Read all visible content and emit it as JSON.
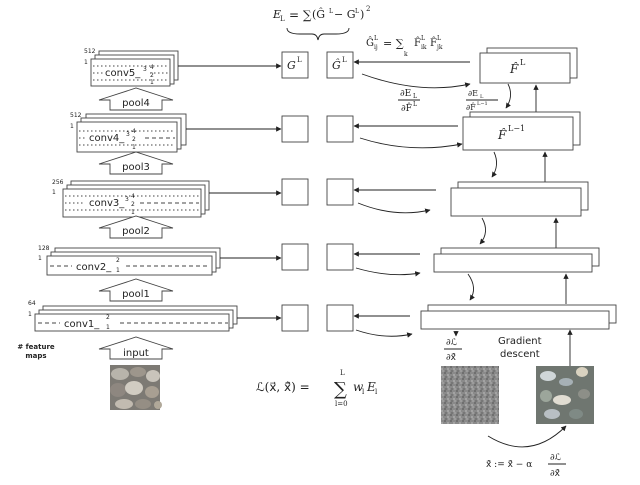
{
  "diagram": {
    "layers": [
      {
        "name": "conv5_",
        "sub": "1",
        "sup": "4",
        "sub2": "3",
        "sup2": "2",
        "maps": "512",
        "label": "conv5_3"
      },
      {
        "name": "conv4_",
        "sub": "1",
        "sup": "4",
        "sub2": "3",
        "sup2": "2",
        "maps": "512",
        "label": "conv4_3"
      },
      {
        "name": "conv3_",
        "sub": "1",
        "sup": "4",
        "sub2": "3",
        "sup2": "2",
        "maps": "256",
        "label": "conv3_3"
      },
      {
        "name": "conv2_",
        "sub": "1",
        "sup": "2",
        "maps": "128",
        "label": "conv2_1"
      },
      {
        "name": "conv1_",
        "sub": "1",
        "sup": "2",
        "maps": "64",
        "label": "conv1_1"
      }
    ],
    "map_count_one": "1",
    "pool_labels": [
      "pool4",
      "pool3",
      "pool2",
      "pool1"
    ],
    "input_label": "input",
    "feature_maps_label": "# feature\nmaps",
    "gram_G": "G",
    "gram_G_sup": "L",
    "gram_Ghat": "Ĝ",
    "gram_Ghat_sup": "L",
    "F_hat_top": "F̂",
    "F_hat_top_sup": "L",
    "F_hat_second": "F̂",
    "F_hat_second_sup": "L−1",
    "eq_E": "E_L = Σ (Ĝ^L − G^L)²",
    "eq_E_parts": {
      "lhs": "E",
      "lhs_sub": "L",
      "eq": "= ∑",
      "inner": "(Ĝ",
      "inner_sup1": "L",
      "minus": " − G",
      "inner_sup2": "L",
      "close": ")",
      "sq": "2"
    },
    "eq_gram": {
      "lhs": "Ĝ",
      "lhs_sup": "L",
      "lhs_sub": "ij",
      "eq": "= ∑",
      "under": "k",
      "rhs": "F̂",
      "rhs_sup1": "L",
      "rhs_sub1": "ik",
      "rhs2": "F̂",
      "rhs_sup2": "L",
      "rhs_sub2": "jk"
    },
    "deriv_E_F": {
      "num": "∂E",
      "num_sub": "L",
      "den": "∂F̂",
      "den_sup": "L"
    },
    "deriv_E_F_prev": {
      "num": "∂E",
      "num_sub": "L",
      "den": "∂F̂",
      "den_sup": "L−1"
    },
    "loss_eq": {
      "lhs": "ℒ(x⃗, x̂⃗) =",
      "sum_top": "L",
      "sum": "∑",
      "sum_bottom": "l=0",
      "rhs": "w",
      "rhs_sub": "l",
      "rhs2": "E",
      "rhs2_sub": "l"
    },
    "grad_label_1": "Gradient",
    "grad_label_2": "descent",
    "deriv_L_x": {
      "num": "∂ℒ",
      "den": "∂x̂⃗"
    },
    "update_eq": {
      "lhs": "x̂⃗ := x̂⃗ − α",
      "num": "∂ℒ",
      "den": "∂x̂⃗"
    }
  }
}
